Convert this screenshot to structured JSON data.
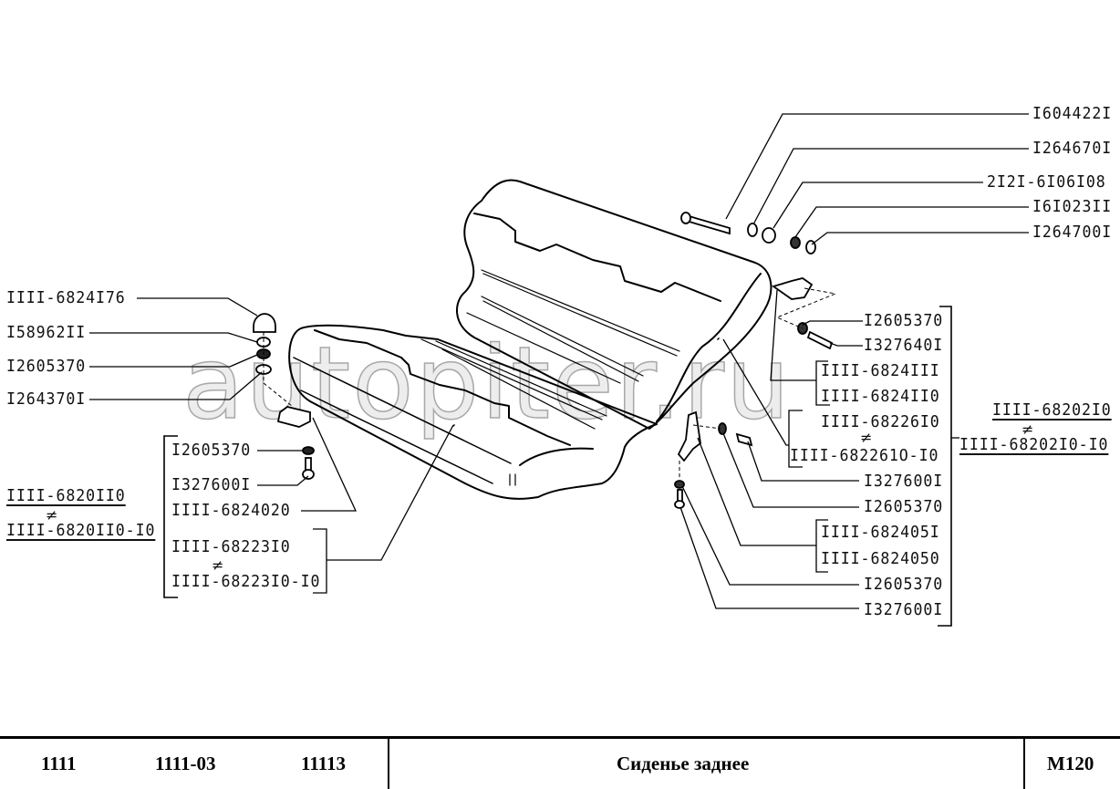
{
  "watermark": {
    "text": "autopiter.ru"
  },
  "footer": {
    "models": [
      "1111",
      "1111-03",
      "11113"
    ],
    "title": "Сиденье заднее",
    "page_code": "M120"
  },
  "labels": {
    "top_right": [
      "I604422I",
      "I264670I",
      "2I2I-6I06I08",
      "I6I023II",
      "I264700I"
    ],
    "right_bracket": [
      "I2605370",
      "I327640I",
      "IIII-6824III",
      "IIII-6824II0",
      "IIII-68226I0",
      "IIII-682261O-I0",
      "I327600I",
      "I2605370",
      "IIII-682405I",
      "IIII-6824050",
      "I2605370",
      "I327600I"
    ],
    "right_assembly": {
      "main": "IIII-68202I0",
      "alt": "IIII-68202I0-I0"
    },
    "left_top": [
      "IIII-6824I76",
      "I58962II",
      "I2605370",
      "I264370I"
    ],
    "left_bracket": [
      "I2605370",
      "I327600I",
      "IIII-6824020",
      "IIII-68223I0",
      "IIII-68223I0-I0"
    ],
    "left_assembly": {
      "main": "IIII-6820II0",
      "alt": "IIII-6820II0-I0"
    },
    "neq_symbol": "≠"
  }
}
